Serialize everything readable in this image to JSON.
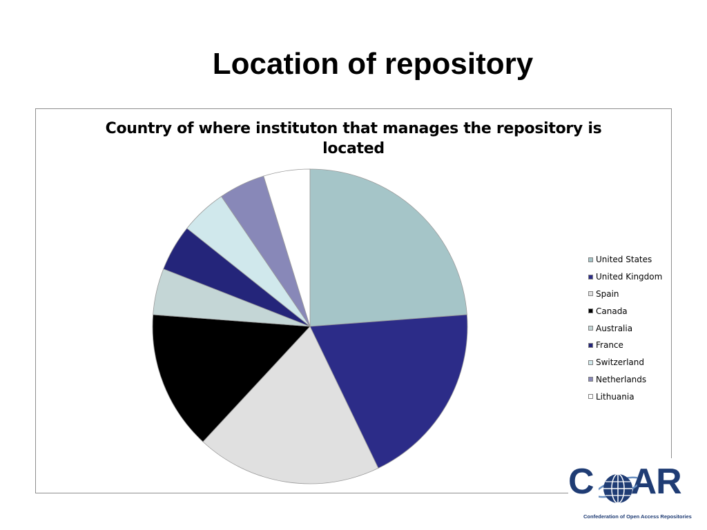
{
  "slide": {
    "title": "Location of repository"
  },
  "chart_data": {
    "type": "pie",
    "title": "Country of where instituton that manages the repository is located",
    "categories": [
      "United States",
      "United Kingdom",
      "Spain",
      "Canada",
      "Australia",
      "France",
      "Switzerland",
      "Netherlands",
      "Lithuania"
    ],
    "values": [
      5,
      4,
      4,
      3,
      1,
      1,
      1,
      1,
      1
    ],
    "colors": [
      "#a5c5c8",
      "#2c2c88",
      "#e0e0e0",
      "#000000",
      "#c4d6d6",
      "#24257a",
      "#d0e8ec",
      "#8888b8",
      "#ffffff"
    ],
    "legend_position": "right"
  },
  "logo": {
    "name": "COAR",
    "caption": "Confederation of Open Access Repositories",
    "icon": "globe-icon"
  }
}
